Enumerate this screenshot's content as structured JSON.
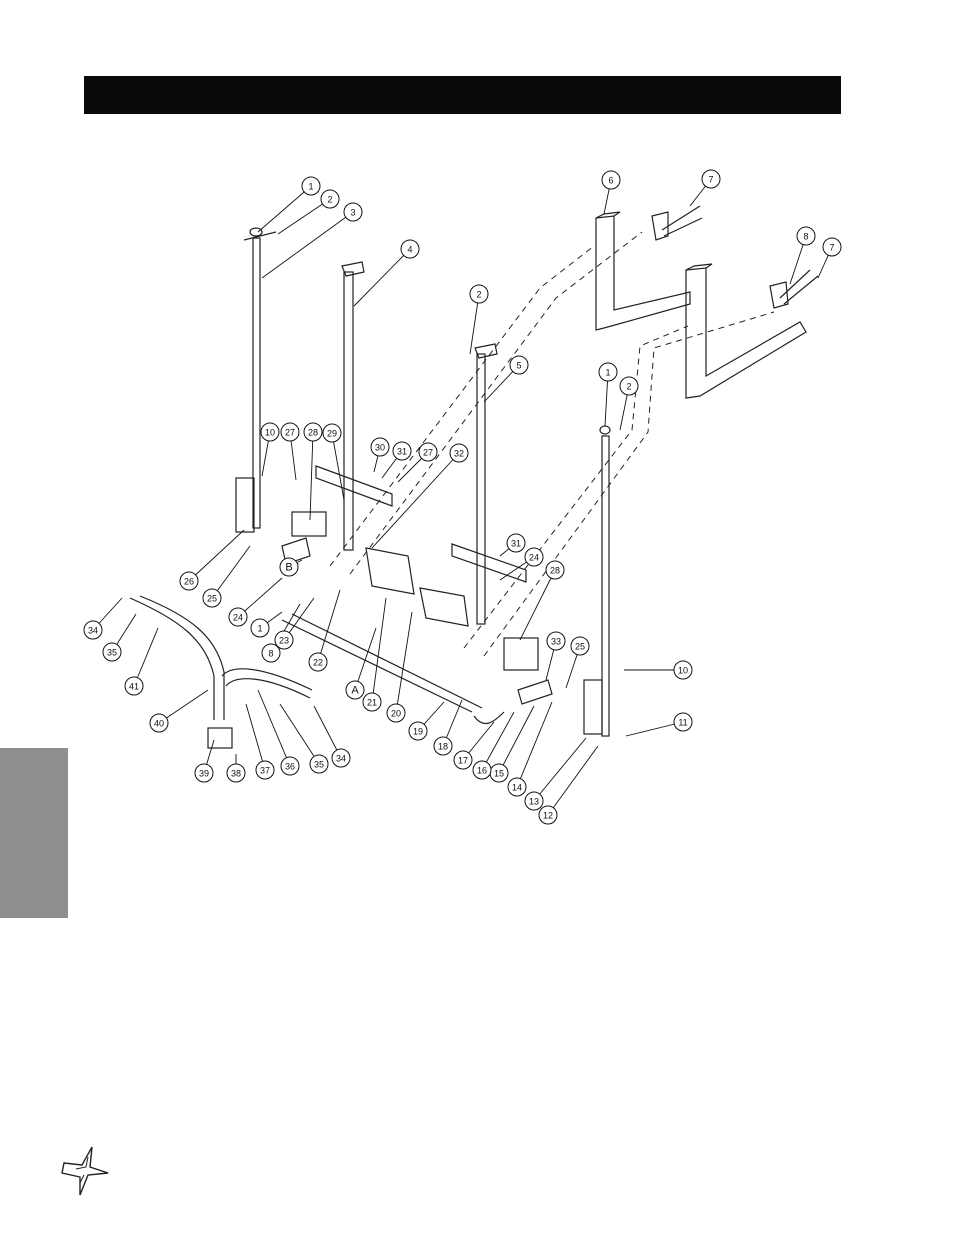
{
  "header": {
    "title": ""
  },
  "callouts": [
    "1",
    "2",
    "3",
    "4",
    "5",
    "6",
    "7",
    "8",
    "10",
    "11",
    "12",
    "13",
    "14",
    "15",
    "16",
    "17",
    "18",
    "19",
    "20",
    "21",
    "22",
    "23",
    "24",
    "25",
    "26",
    "27",
    "28",
    "29",
    "30",
    "31",
    "32",
    "33",
    "34",
    "35",
    "36",
    "37",
    "38",
    "39",
    "40",
    "41",
    "A",
    "B"
  ],
  "colors": {
    "header_bg": "#0a0a0a",
    "side_tab": "#8f8f8f",
    "line": "#222222"
  },
  "icons": {
    "logo": "star-burst-logo"
  }
}
